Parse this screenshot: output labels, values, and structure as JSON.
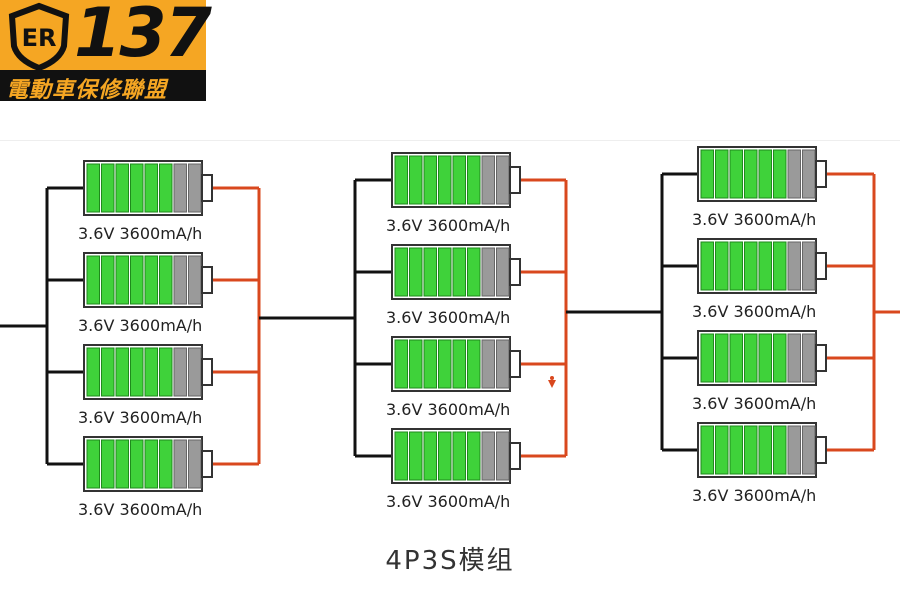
{
  "logo": {
    "number": "137",
    "text": "電動車保修聯盟",
    "mark": "ER"
  },
  "modules": [
    {
      "cells": [
        {
          "label": "3.6V 3600mA/h"
        },
        {
          "label": "3.6V 3600mA/h"
        },
        {
          "label": "3.6V 3600mA/h"
        },
        {
          "label": "3.6V 3600mA/h"
        }
      ]
    },
    {
      "cells": [
        {
          "label": "3.6V 3600mA/h"
        },
        {
          "label": "3.6V 3600mA/h"
        },
        {
          "label": "3.6V 3600mA/h"
        },
        {
          "label": "3.6V 3600mA/h"
        }
      ]
    },
    {
      "cells": [
        {
          "label": "3.6V 3600mA/h"
        },
        {
          "label": "3.6V 3600mA/h"
        },
        {
          "label": "3.6V 3600mA/h"
        },
        {
          "label": "3.6V 3600mA/h"
        }
      ]
    }
  ],
  "caption": "4P3S模组",
  "colors": {
    "cell_green": "#3fd23a",
    "cell_gray": "#9a9a9a",
    "negative_wire": "#111111",
    "positive_wire": "#d9481e",
    "logo_orange": "#f5a623"
  }
}
